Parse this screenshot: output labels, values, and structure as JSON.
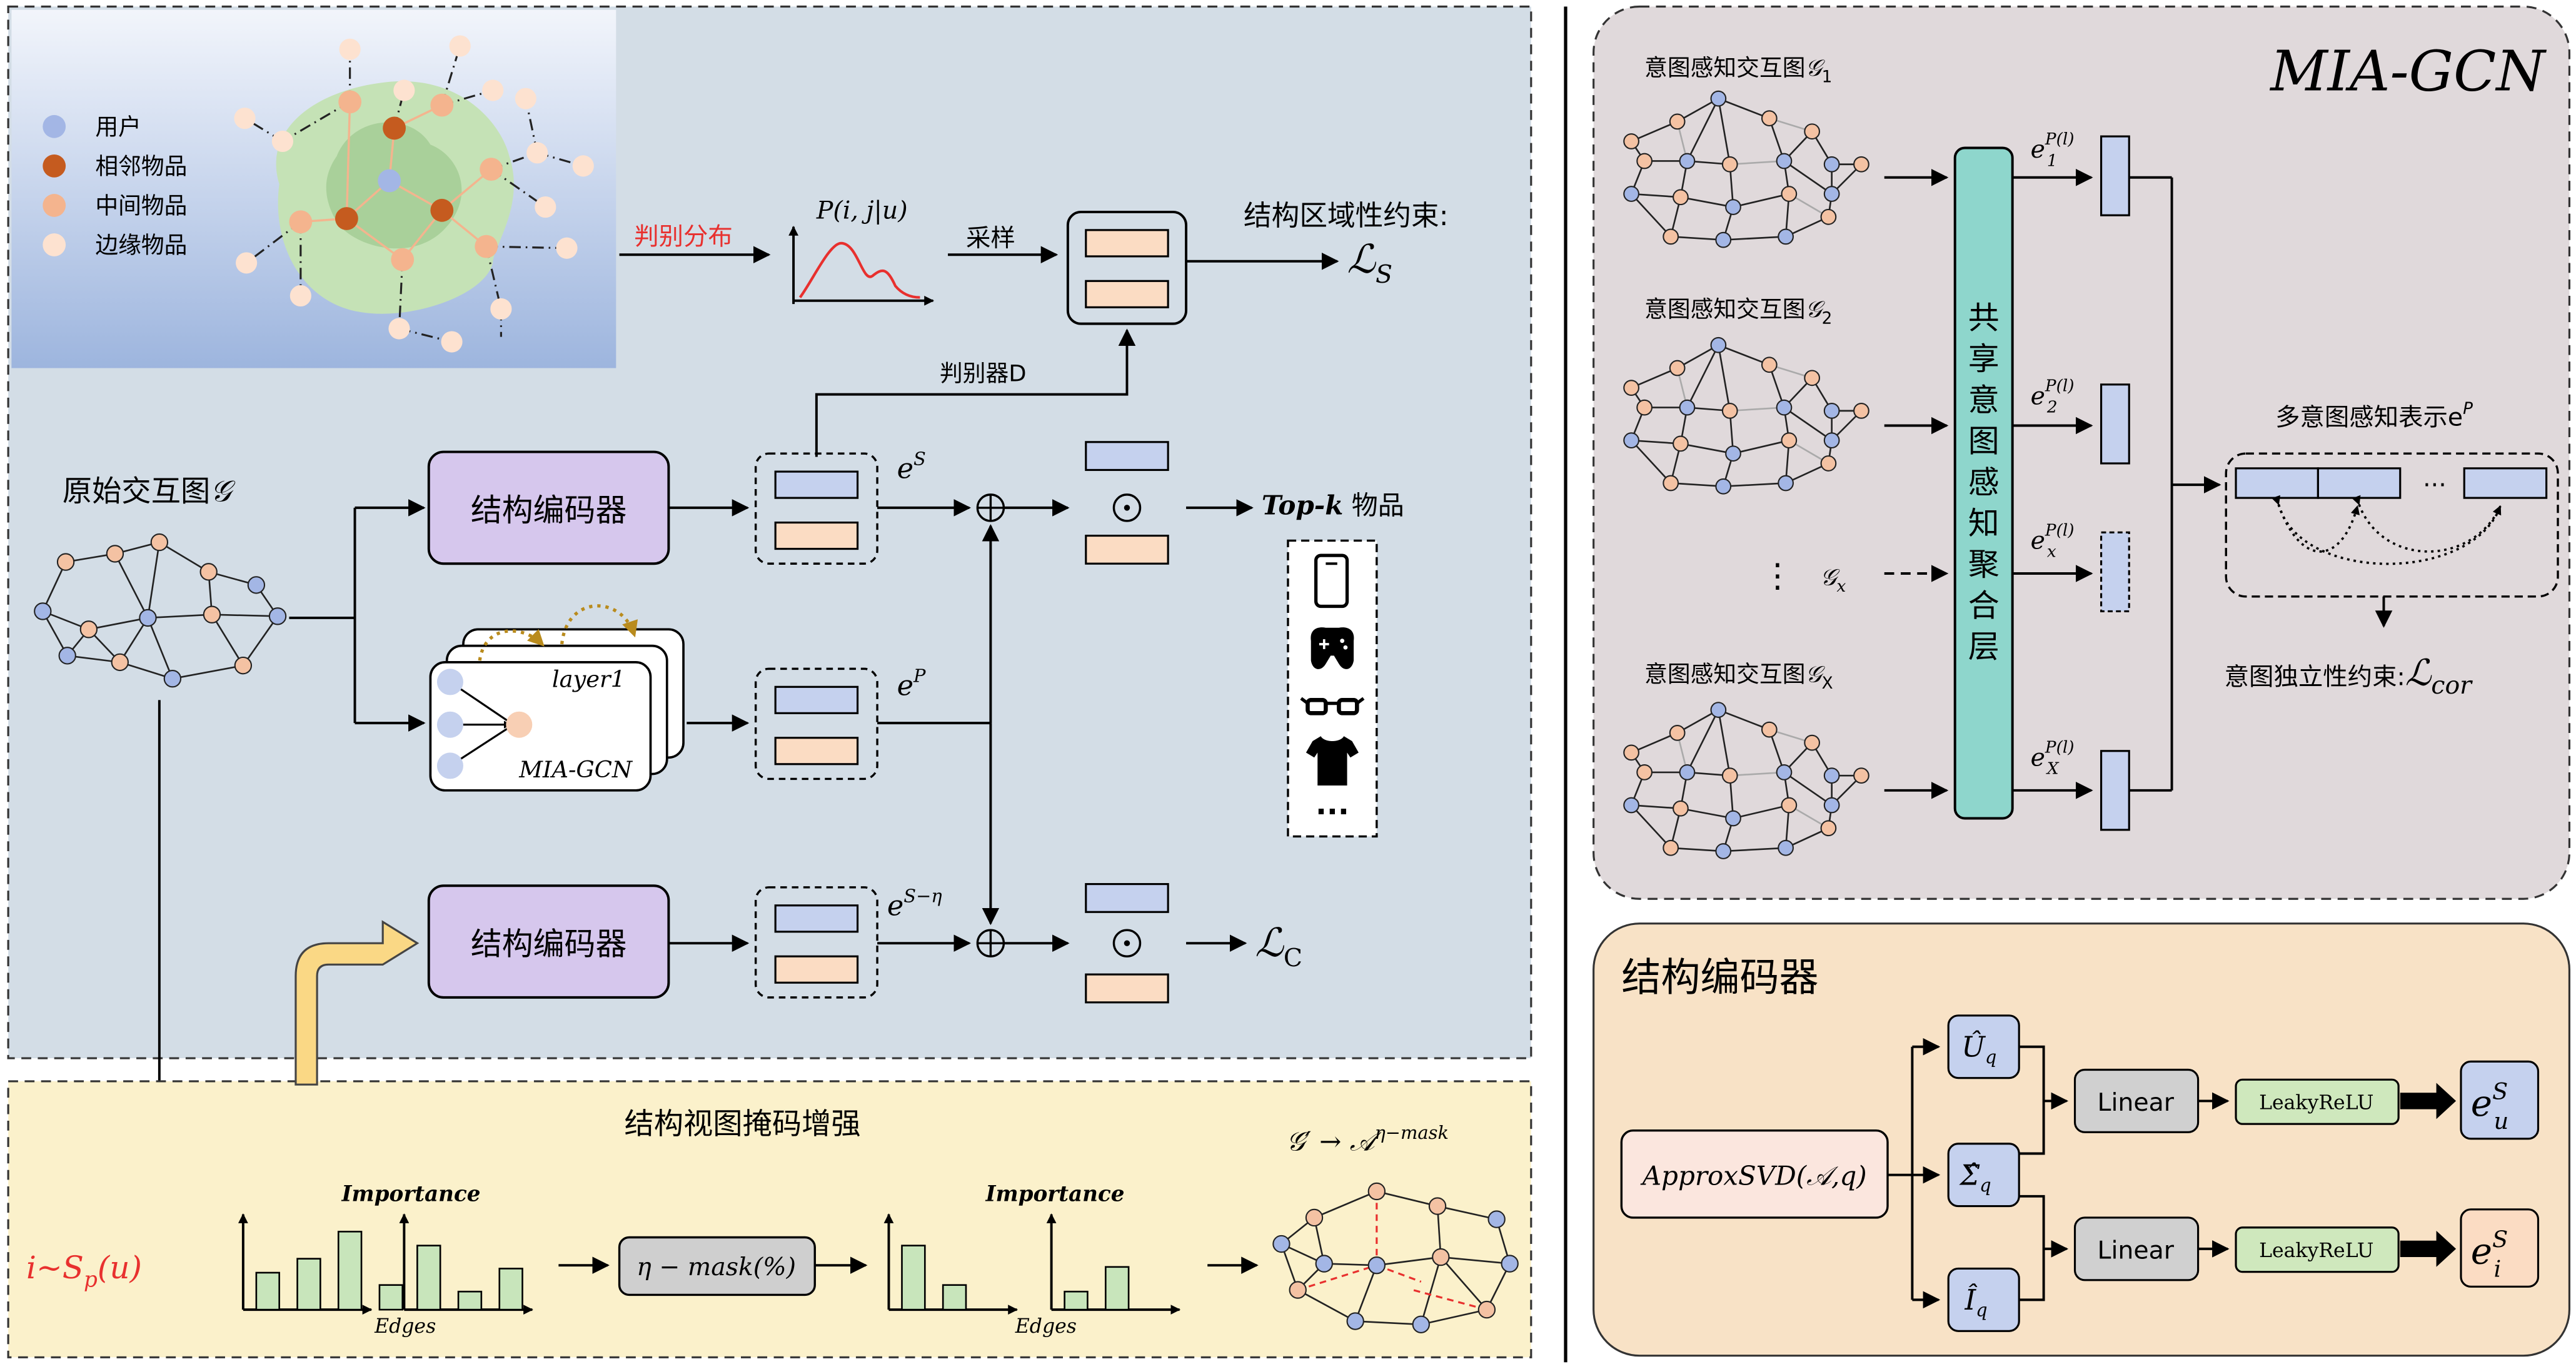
{
  "legend": {
    "user": "用户",
    "neighbor": "相邻物品",
    "middle": "中间物品",
    "edge_item": "边缘物品"
  },
  "left": {
    "discriminant_dist": "判别分布",
    "prob_expr": "P(i, j|u)",
    "sample": "采样",
    "struct_constraint": "结构区域性约束:",
    "loss_s_base": "ℒ",
    "loss_s_sub": "S",
    "discriminator": "判别器D",
    "original_graph": "原始交互图",
    "original_graph_sym": "𝒢",
    "struct_encoder": "结构编码器",
    "e_s_base": "e",
    "e_s_sup": "S",
    "e_p_base": "e",
    "e_p_sup": "P",
    "e_seta_base": "e",
    "e_seta_sup": "S−η",
    "topk_prefix": "Top-k",
    "topk_suffix": " 物品",
    "layer_label": "layer1",
    "miagcn_label": "MIA-GCN",
    "loss_c_base": "ℒ",
    "loss_c_sub": "C",
    "oplus": "⊕",
    "odot": "⊙",
    "dots": "···"
  },
  "bottom": {
    "title": "结构视图掩码增强",
    "sample_expr_base": "i~S",
    "sample_expr_sub": "p",
    "sample_expr_tail": "(u)",
    "importance": "Importance",
    "edges": "Edges",
    "mask_box": "η − mask(%)",
    "graph_prime": "𝒢′ → 𝒜",
    "graph_prime_sup": "η−mask"
  },
  "mia": {
    "title": "MIA-GCN",
    "graph_label": "意图感知交互图",
    "g1_sym": "𝒢",
    "g1_sub": "1",
    "g2_sub": "2",
    "gx_sub": "x",
    "gX_sub": "X",
    "vert_label": [
      "共",
      "享",
      "意",
      "图",
      "感",
      "知",
      "聚",
      "合",
      "层"
    ],
    "ep_base": "e",
    "ep_sup": "P(l)",
    "ep_subs": [
      "1",
      "2",
      "x",
      "X"
    ],
    "multi_label": "多意图感知表示e",
    "multi_sup": "P",
    "indep_label": "意图独立性约束:",
    "loss_cor_base": "ℒ",
    "loss_cor_sub": "cor",
    "dots_h": "···",
    "dots_v": "⋮"
  },
  "encoder": {
    "title": "结构编码器",
    "svd": "ApproxSVD(𝒜,q)",
    "u_hat": "Û",
    "sigma_hat": "Σ̂",
    "i_hat": "Î",
    "q_sub": "q",
    "linear": "Linear",
    "leaky": "LeakyReLU",
    "out_base": "e",
    "out_sup": "S",
    "out_u": "u",
    "out_i": "i"
  },
  "chart_data": [
    {
      "type": "bar",
      "title": "Importance",
      "xlabel": "Edges",
      "values": [
        0.45,
        0.62,
        0.95,
        0.3
      ]
    },
    {
      "type": "bar",
      "title": "Importance",
      "xlabel": "Edges",
      "values": [
        0.78,
        0.22,
        0.5
      ]
    },
    {
      "type": "bar",
      "title": "Importance",
      "xlabel": "Edges",
      "values": [
        0.78,
        0.3
      ]
    },
    {
      "type": "bar",
      "title": "Importance",
      "xlabel": "Edges",
      "values": [
        0.22,
        0.52
      ]
    }
  ],
  "colors": {
    "left_panel": "#d3dde6",
    "mia_panel": "#e0d9db",
    "encoder_panel": "#f8e2c6",
    "bottom_panel": "#fbf1cb",
    "encoder_box": "#d6c7ed",
    "blue_rect": "#c5d1ee",
    "orange_rect": "#fbdcc3",
    "teal": "#8ed6cc",
    "node_blue": "#a3b6e5",
    "node_orange": "#f4c2a3",
    "node_dark": "#c55b1f",
    "bar_green": "#c8e5bb",
    "red": "#e8302e",
    "leaky_green": "#cfe8bd",
    "linear_gray": "#d0d0d0"
  }
}
